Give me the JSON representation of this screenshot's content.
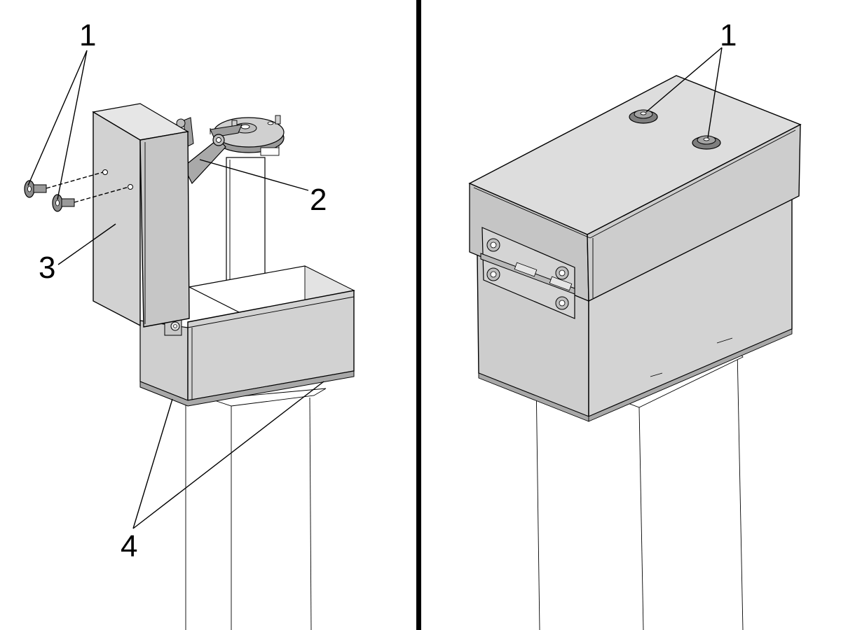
{
  "callouts": {
    "left_screws": "1",
    "left_arm": "2",
    "left_lid": "3",
    "left_base_edges": "4",
    "right_screws": "1"
  },
  "colors": {
    "line": "#000000",
    "panel_light": "#d6d6d6",
    "panel_mid": "#cacaca",
    "panel_dark": "#bdbdbd",
    "metal_dark": "#8a8a8a",
    "divider": "#000000"
  }
}
